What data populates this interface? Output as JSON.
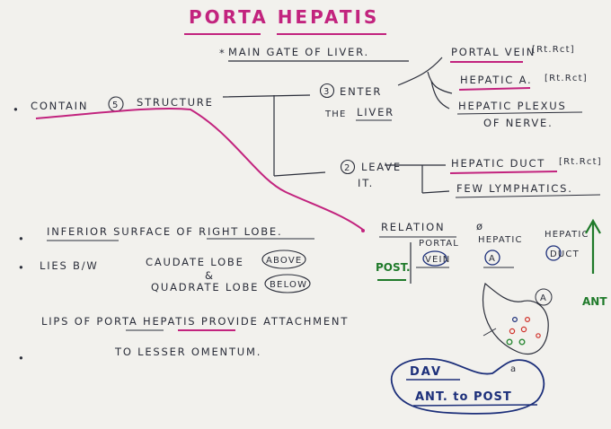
{
  "title": "PORTA HEPATIS",
  "subtitle": "MAIN GATE OF LIVER.",
  "contain": {
    "bullet": "•",
    "label_1": "CONTAIN",
    "count": "5",
    "label_2": "STRUCTURE"
  },
  "enter": {
    "count": "3",
    "line_1": "ENTER",
    "line_2a": "THE",
    "line_2b": "LIVER"
  },
  "leave": {
    "count": "2",
    "line_1": "LEAVE",
    "line_2": "IT."
  },
  "enter_items": [
    {
      "name": "PORTAL VEIN",
      "note": "[Rt.Rct]"
    },
    {
      "name": "HEPATIC A.",
      "note": "[Rt.Rct]"
    },
    {
      "name": "HEPATIC PLEXUS",
      "line_2": "OF NERVE."
    }
  ],
  "leave_items": [
    {
      "name": "HEPATIC DUCT",
      "note": "[Rt.Rct]"
    },
    {
      "name": "FEW LYMPHATICS."
    }
  ],
  "points": [
    "INFERIOR SURFACE OF RIGHT LOBE.",
    "LIES B/W",
    "CAUDATE LOBE",
    "ABOVE",
    "&",
    "QUADRATE LOBE",
    "BELOW",
    "LIPS OF PORTA HEPATIS PROVIDE ATTACHMENT",
    "TO LESSER OMENTUM."
  ],
  "relation": {
    "heading": "RELATION",
    "symbol": "ø",
    "col_1": [
      "PORTAL",
      "VEIN"
    ],
    "col_2": "HEPATIC",
    "col_2_mark": "A",
    "col_3": [
      "HEPATIC",
      "DUCT"
    ],
    "post": "POST.",
    "ant": "ANT",
    "circle_label": "A"
  },
  "mnemonic": {
    "line_1": "DAV",
    "line_2": "ANT. to POST",
    "mark": "a"
  },
  "colors": {
    "paper": "#f2f1ed",
    "ink": "#2b2e3a",
    "magenta": "#c2237e",
    "green": "#1f7a2a",
    "blue": "#1c2f7a",
    "dot_red": "#d0322b",
    "dot_green": "#2e8a38"
  }
}
